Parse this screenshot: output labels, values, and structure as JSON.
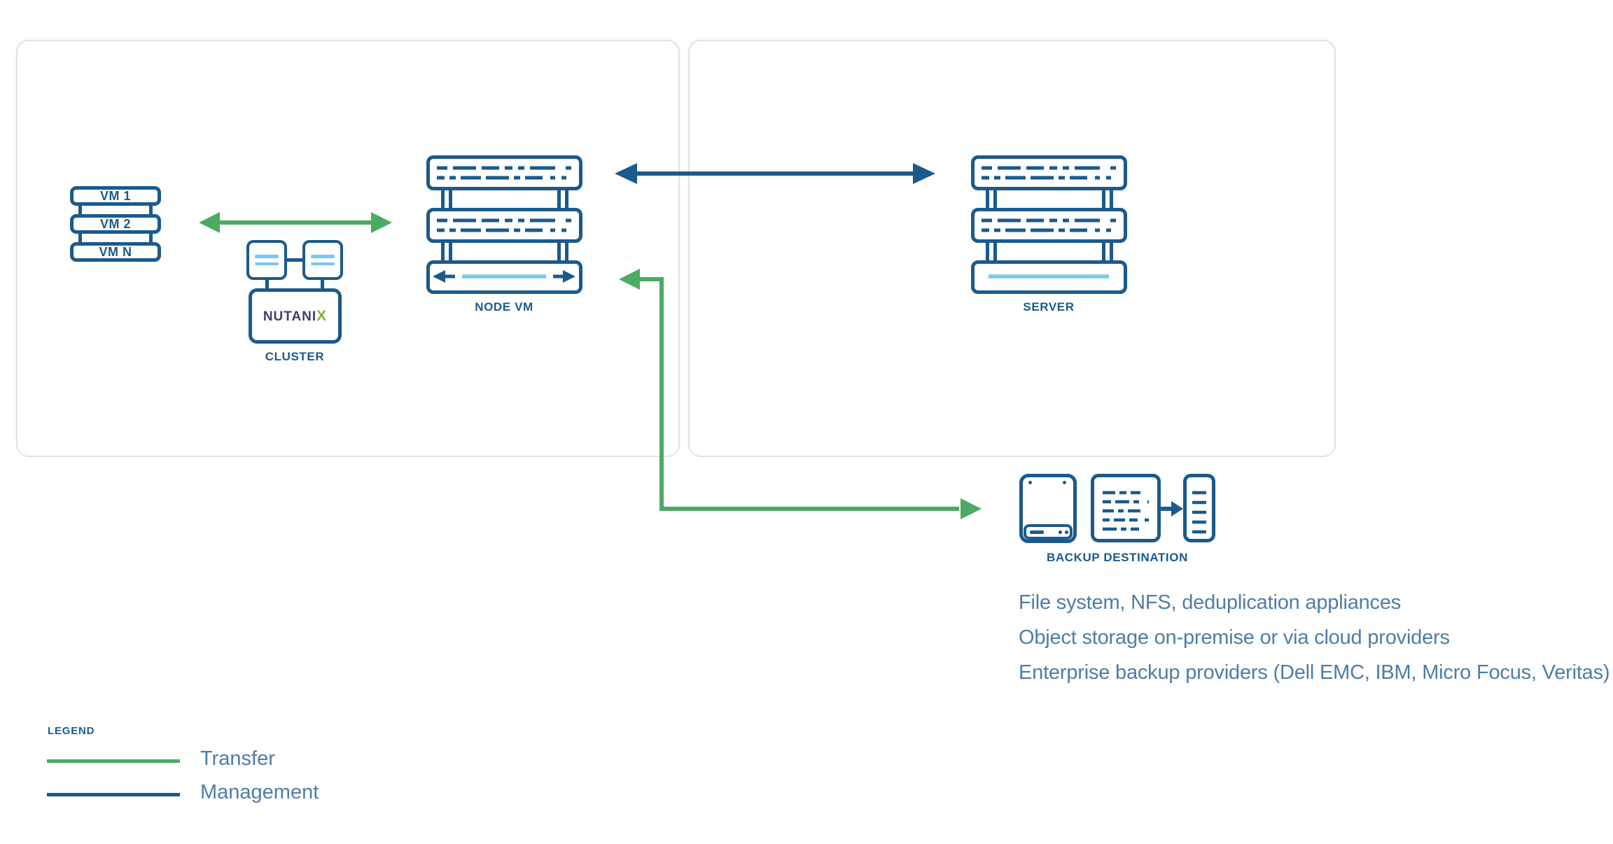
{
  "colors": {
    "navy": "#1b5a8c",
    "green": "#4caa63",
    "light_blue": "#79c9ec",
    "steel_text": "#4e7da6",
    "panel_border": "#e3e3e3",
    "nutanix_wordmark_navy": "#3e3e70",
    "nutanix_x_green": "#76b843",
    "background": "#ffffff"
  },
  "diagram": {
    "vm_stack": {
      "items": [
        {
          "label": "VM 1"
        },
        {
          "label": "VM 2"
        },
        {
          "label": "VM N"
        }
      ]
    },
    "cluster": {
      "label": "CLUSTER",
      "wordmark_prefix": "NUTANI",
      "wordmark_x": "X"
    },
    "node_vm": {
      "label": "NODE VM"
    },
    "server": {
      "label": "SERVER"
    },
    "backup_destination": {
      "label": "BACKUP DESTINATION"
    },
    "edges": [
      {
        "from": "vm-stack",
        "to": "node-vm",
        "type": "transfer",
        "arrows": "both"
      },
      {
        "from": "node-vm",
        "to": "server",
        "type": "management",
        "arrows": "both"
      },
      {
        "from": "node-vm",
        "to": "backup-destination",
        "type": "transfer",
        "arrows": "both-ends-elbow"
      }
    ],
    "notes": [
      {
        "text": "File system, NFS, deduplication appliances"
      },
      {
        "text": "Object storage on-premise or via cloud providers"
      },
      {
        "text": "Enterprise backup providers (Dell EMC, IBM, Micro Focus, Veritas)"
      }
    ],
    "legend": {
      "title": "LEGEND",
      "items": [
        {
          "label": "Transfer",
          "color": "#4caa63"
        },
        {
          "label": "Management",
          "color": "#1b5a8c"
        }
      ]
    }
  }
}
